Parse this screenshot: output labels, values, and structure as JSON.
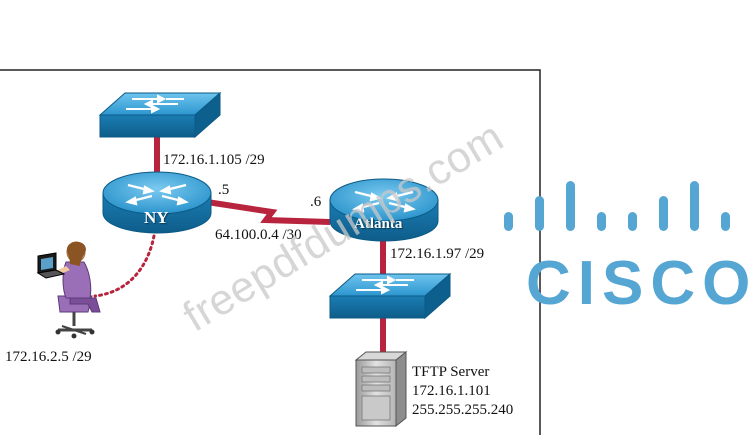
{
  "devices": {
    "ny_router": {
      "label": "NY"
    },
    "atlanta_router": {
      "label": "Atlanta"
    },
    "tftp_server": {
      "lines": [
        "TFTP Server",
        "172.16.1.101",
        "255.255.255.240"
      ]
    }
  },
  "addresses": {
    "ny_lan": "172.16.1.105 /29",
    "ny_serial": ".5",
    "atlanta_serial": ".6",
    "wan_link": "64.100.0.4 /30",
    "atlanta_lan": "172.16.1.97 /29",
    "host": "172.16.2.5 /29"
  },
  "watermark": "freepdfdumps.com",
  "brand": {
    "name": "CISCO",
    "color": "#56a6d3"
  },
  "colors": {
    "device": "#1f8ec8",
    "link": "#b8243e",
    "console": "#b8243e"
  }
}
